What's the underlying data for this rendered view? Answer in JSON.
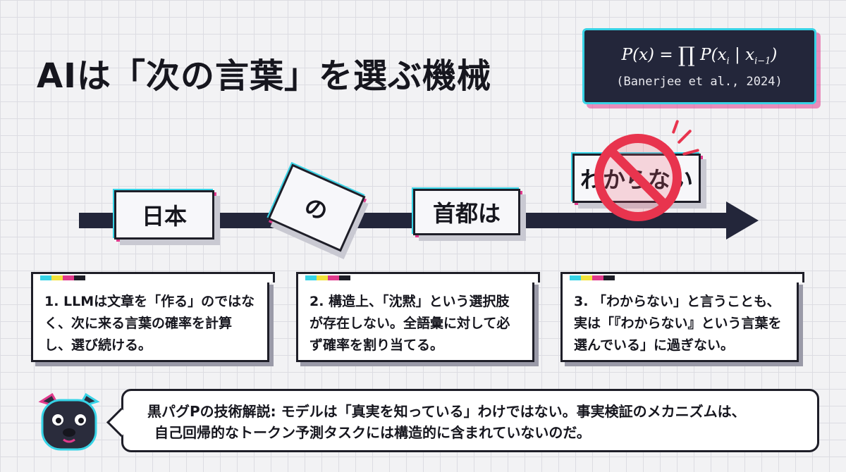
{
  "title": "AIは「次の言葉」を選ぶ機械",
  "formula": {
    "lhs": "P(x) = ",
    "product": "∏",
    "rhs_text": "P(x",
    "sub_i": "i",
    "bar": " | x",
    "sub_i_minus_1": "i−1",
    "close": ")",
    "citation": "(Banerjee et al., 2024)"
  },
  "timeline": {
    "words": [
      "日本",
      "の",
      "首都は",
      "わからない"
    ],
    "icons": [
      "no-entry-sign-icon"
    ]
  },
  "cards": [
    {
      "text": "1. LLMは文章を「作る」のではなく、次に来る言葉の確率を計算し、選び続ける。"
    },
    {
      "text": "2. 構造上、「沈黙」という選択肢が存在しない。全語彙に対して必ず確率を割り当てる。"
    },
    {
      "text": "3. 「わからない」と言うことも、実は「『わからない』という言葉を選んでいる」に過ぎない。"
    }
  ],
  "swatch_colors": [
    "#37d3e6",
    "#f2e23a",
    "#e03a8c",
    "#1e1e28"
  ],
  "footer": {
    "line1": "黒パグPの技術解説: モデルは「真実を知っている」わけではない。事実検証のメカニズムは、",
    "line2": "自己回帰的なトークン予測タスクには構造的に含まれていないのだ。"
  },
  "colors": {
    "accent_cyan": "#37d3e6",
    "accent_magenta": "#e03a8c",
    "navy": "#23263a",
    "no_sign_red": "#e8344e"
  }
}
